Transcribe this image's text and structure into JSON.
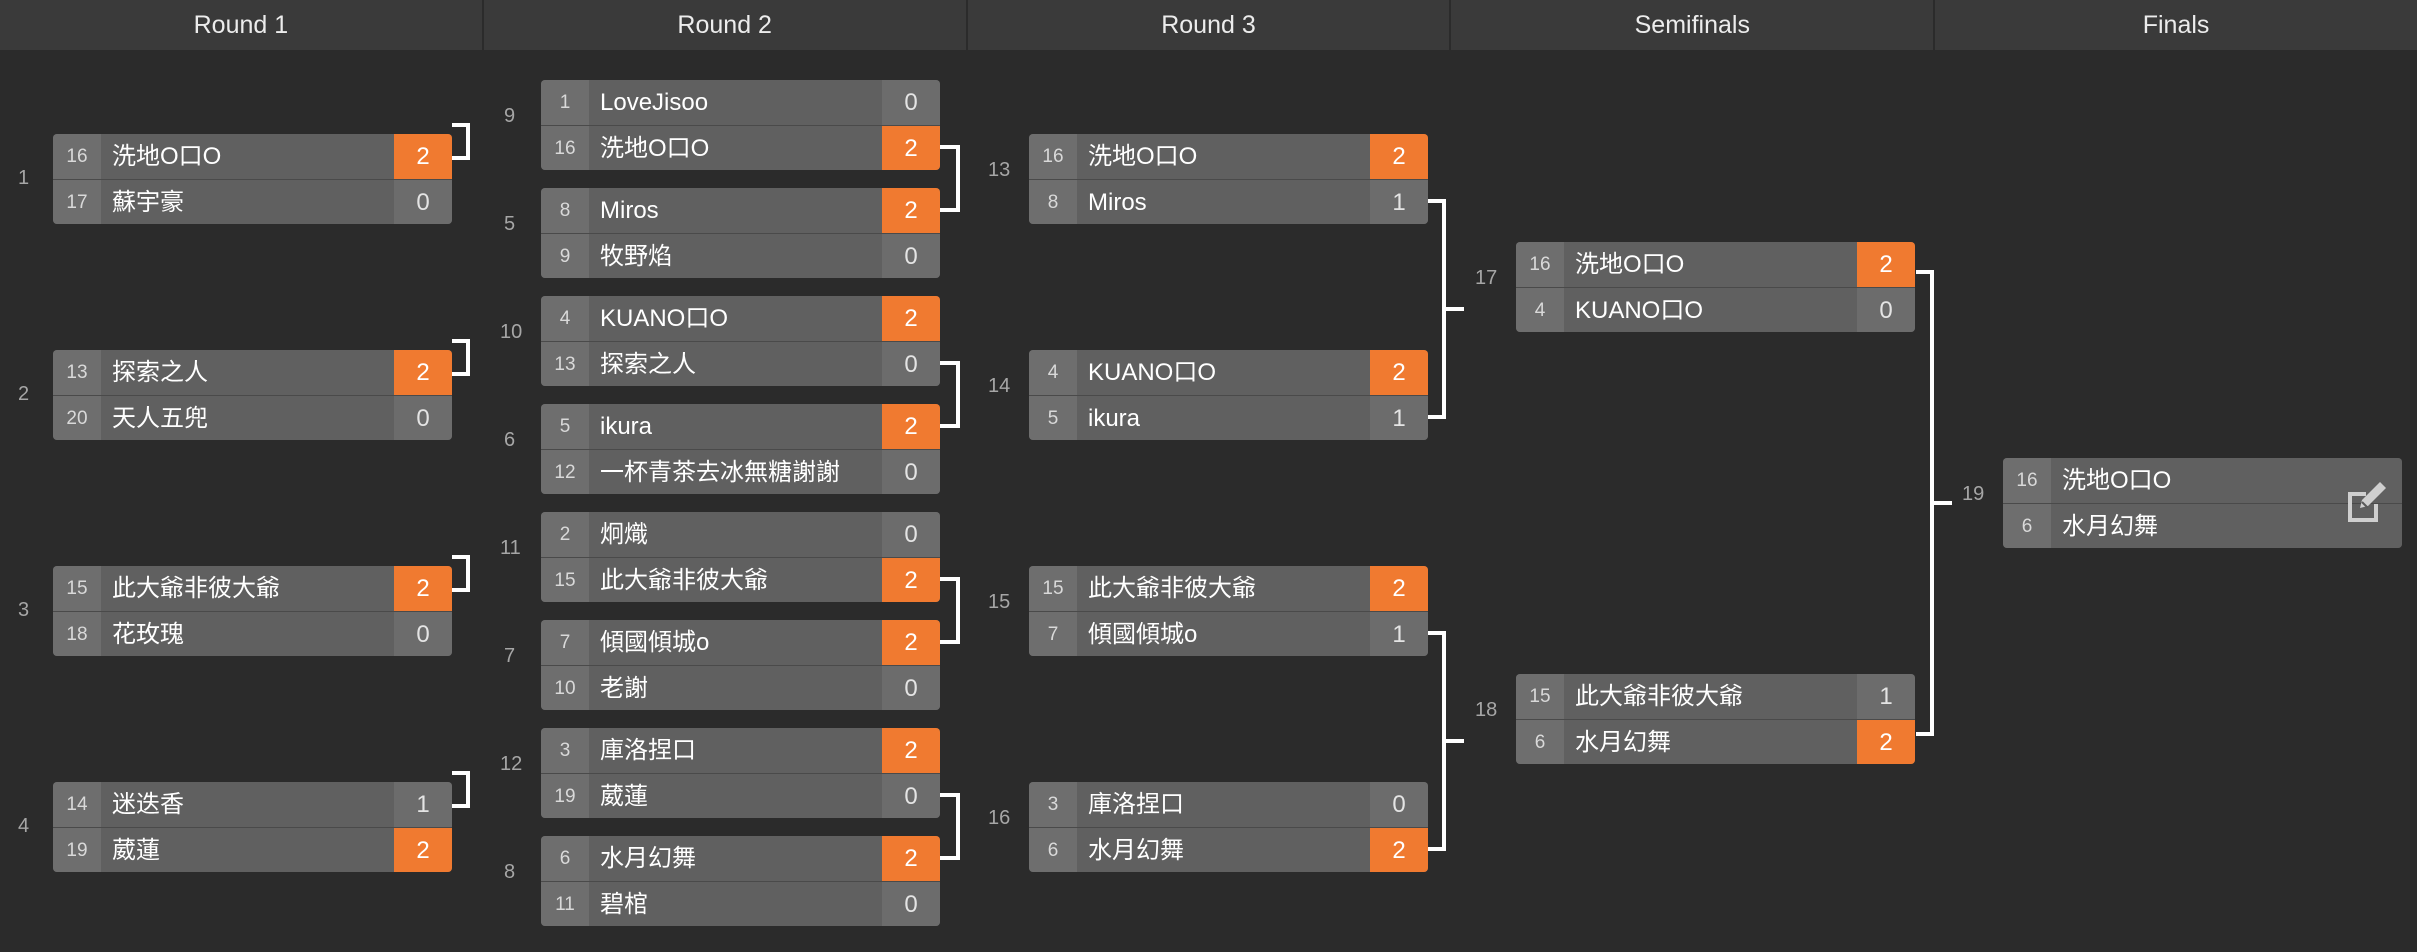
{
  "rounds": [
    "Round 1",
    "Round 2",
    "Round 3",
    "Semifinals",
    "Finals"
  ],
  "colors": {
    "winner": "#f07a30",
    "background": "#2b2b2b"
  },
  "matches": {
    "m1": {
      "number": "1",
      "players": [
        {
          "seed": "16",
          "name": "洗地O口O",
          "score": "2",
          "winner": true
        },
        {
          "seed": "17",
          "name": "蘇宇豪",
          "score": "0",
          "winner": false
        }
      ]
    },
    "m2": {
      "number": "2",
      "players": [
        {
          "seed": "13",
          "name": "探索之人",
          "score": "2",
          "winner": true
        },
        {
          "seed": "20",
          "name": "天人五兜",
          "score": "0",
          "winner": false
        }
      ]
    },
    "m3": {
      "number": "3",
      "players": [
        {
          "seed": "15",
          "name": "此大爺非彼大爺",
          "score": "2",
          "winner": true
        },
        {
          "seed": "18",
          "name": "花玫瑰",
          "score": "0",
          "winner": false
        }
      ]
    },
    "m4": {
      "number": "4",
      "players": [
        {
          "seed": "14",
          "name": "迷迭香",
          "score": "1",
          "winner": false
        },
        {
          "seed": "19",
          "name": "葳蓮",
          "score": "2",
          "winner": true
        }
      ]
    },
    "m5": {
      "number": "5",
      "players": [
        {
          "seed": "8",
          "name": "Miros",
          "score": "2",
          "winner": true
        },
        {
          "seed": "9",
          "name": "牧野焰",
          "score": "0",
          "winner": false
        }
      ]
    },
    "m6": {
      "number": "6",
      "players": [
        {
          "seed": "5",
          "name": "ikura",
          "score": "2",
          "winner": true
        },
        {
          "seed": "12",
          "name": "一杯青茶去冰無糖謝謝",
          "score": "0",
          "winner": false
        }
      ]
    },
    "m7": {
      "number": "7",
      "players": [
        {
          "seed": "7",
          "name": "傾國傾城o",
          "score": "2",
          "winner": true
        },
        {
          "seed": "10",
          "name": "老謝",
          "score": "0",
          "winner": false
        }
      ]
    },
    "m8": {
      "number": "8",
      "players": [
        {
          "seed": "6",
          "name": "水月幻舞",
          "score": "2",
          "winner": true
        },
        {
          "seed": "11",
          "name": "碧棺",
          "score": "0",
          "winner": false
        }
      ]
    },
    "m9": {
      "number": "9",
      "players": [
        {
          "seed": "1",
          "name": "LoveJisoo",
          "score": "0",
          "winner": false
        },
        {
          "seed": "16",
          "name": "洗地O口O",
          "score": "2",
          "winner": true
        }
      ]
    },
    "m10": {
      "number": "10",
      "players": [
        {
          "seed": "4",
          "name": "KUANO口O",
          "score": "2",
          "winner": true
        },
        {
          "seed": "13",
          "name": "探索之人",
          "score": "0",
          "winner": false
        }
      ]
    },
    "m11": {
      "number": "11",
      "players": [
        {
          "seed": "2",
          "name": "炯熾",
          "score": "0",
          "winner": false
        },
        {
          "seed": "15",
          "name": "此大爺非彼大爺",
          "score": "2",
          "winner": true
        }
      ]
    },
    "m12": {
      "number": "12",
      "players": [
        {
          "seed": "3",
          "name": "庫洛捏口",
          "score": "2",
          "winner": true
        },
        {
          "seed": "19",
          "name": "葳蓮",
          "score": "0",
          "winner": false
        }
      ]
    },
    "m13": {
      "number": "13",
      "players": [
        {
          "seed": "16",
          "name": "洗地O口O",
          "score": "2",
          "winner": true
        },
        {
          "seed": "8",
          "name": "Miros",
          "score": "1",
          "winner": false
        }
      ]
    },
    "m14": {
      "number": "14",
      "players": [
        {
          "seed": "4",
          "name": "KUANO口O",
          "score": "2",
          "winner": true
        },
        {
          "seed": "5",
          "name": "ikura",
          "score": "1",
          "winner": false
        }
      ]
    },
    "m15": {
      "number": "15",
      "players": [
        {
          "seed": "15",
          "name": "此大爺非彼大爺",
          "score": "2",
          "winner": true
        },
        {
          "seed": "7",
          "name": "傾國傾城o",
          "score": "1",
          "winner": false
        }
      ]
    },
    "m16": {
      "number": "16",
      "players": [
        {
          "seed": "3",
          "name": "庫洛捏口",
          "score": "0",
          "winner": false
        },
        {
          "seed": "6",
          "name": "水月幻舞",
          "score": "2",
          "winner": true
        }
      ]
    },
    "m17": {
      "number": "17",
      "players": [
        {
          "seed": "16",
          "name": "洗地O口O",
          "score": "2",
          "winner": true
        },
        {
          "seed": "4",
          "name": "KUANO口O",
          "score": "0",
          "winner": false
        }
      ]
    },
    "m18": {
      "number": "18",
      "players": [
        {
          "seed": "15",
          "name": "此大爺非彼大爺",
          "score": "1",
          "winner": false
        },
        {
          "seed": "6",
          "name": "水月幻舞",
          "score": "2",
          "winner": true
        }
      ]
    },
    "m19": {
      "number": "19",
      "players": [
        {
          "seed": "16",
          "name": "洗地O口O",
          "score": "",
          "winner": false
        },
        {
          "seed": "6",
          "name": "水月幻舞",
          "score": "",
          "winner": false
        }
      ]
    }
  },
  "icons": {
    "edit": "edit-icon"
  }
}
